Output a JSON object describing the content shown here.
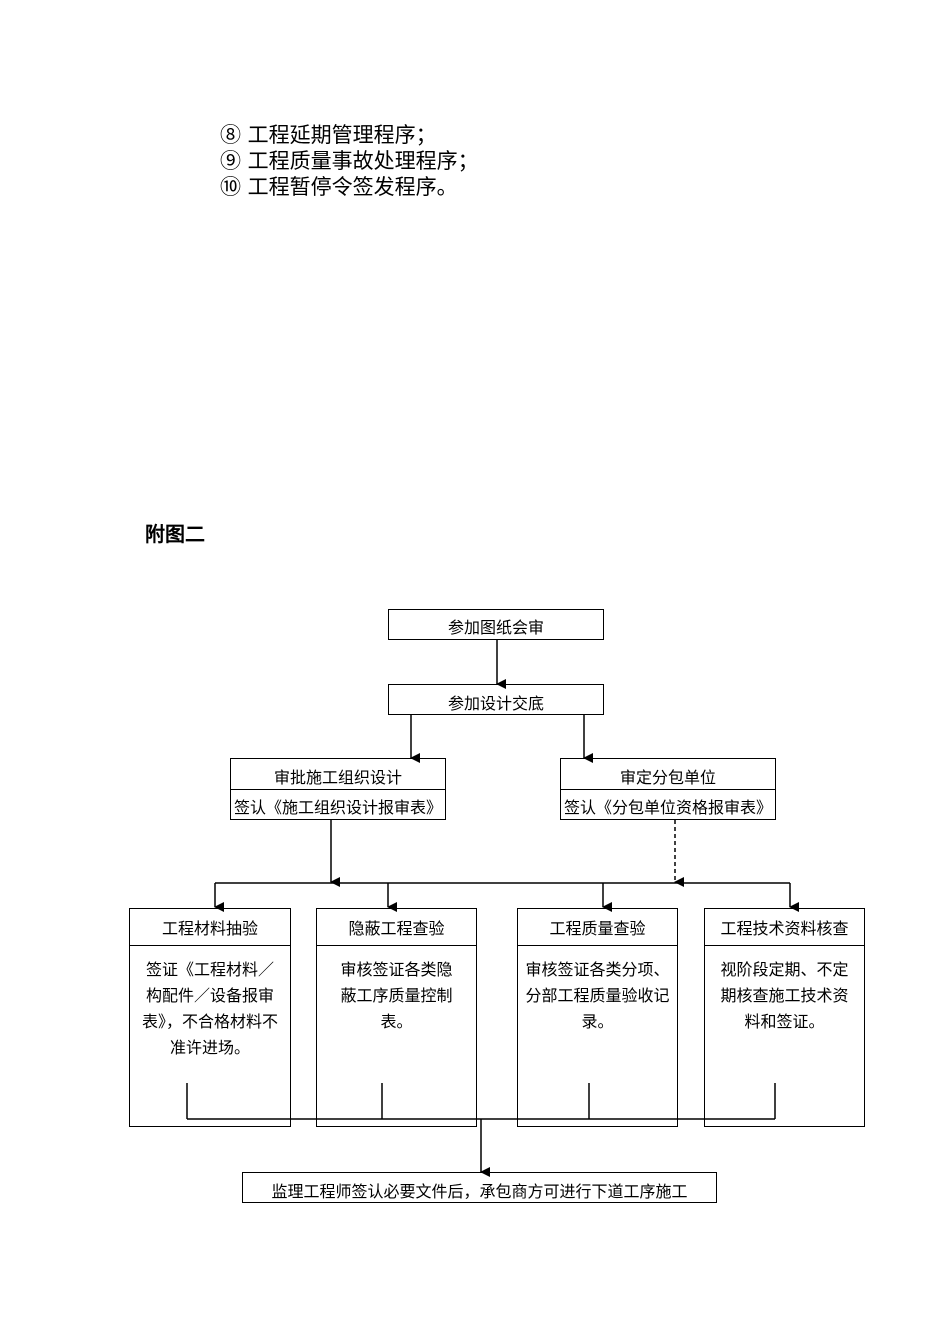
{
  "list_items": [
    "⑧ 工程延期管理程序；",
    "⑨ 工程质量事故处理程序；",
    "⑩ 工程暂停令签发程序。"
  ],
  "figure_title": "附图二",
  "flowchart": {
    "step_review_drawings": "参加图纸会审",
    "step_design_disclosure": "参加设计交底",
    "branch_construction_org": {
      "title": "审批施工组织设计",
      "note": "签认《施工组织设计报审表》"
    },
    "branch_subcontractor": {
      "title": "审定分包单位",
      "note": "签认《分包单位资格报审表》"
    },
    "checks": [
      {
        "title": "工程材料抽验",
        "text": "签证《工程材料／构配件／设备报审表》，不合格材料不准许进场。"
      },
      {
        "title": "隐蔽工程查验",
        "text": "审核签证各类隐蔽工序质量控制表。"
      },
      {
        "title": "工程质量查验",
        "text": "审核签证各类分项、分部工程质量验收记录。"
      },
      {
        "title": "工程技术资料核查",
        "text": "视阶段定期、不定期核查施工技术资料和签证。"
      }
    ],
    "final_step": "监理工程师签认必要文件后，承包商方可进行下道工序施工"
  }
}
